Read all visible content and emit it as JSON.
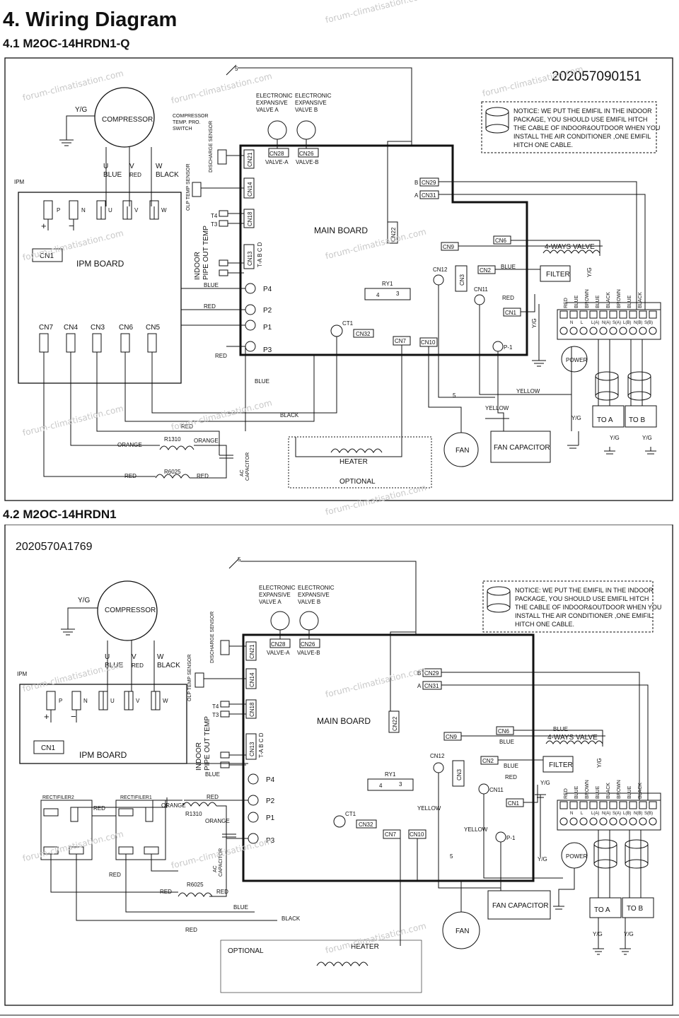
{
  "page": {
    "title": "4. Wiring Diagram",
    "watermark": "forum-climatisation.com"
  },
  "diagrams": [
    {
      "heading": "4.1 M2OC-14HRDN1-Q",
      "code": "202057090151",
      "notice": [
        "NOTICE: WE PUT THE EMIFIL IN THE INDOOR",
        "PACKAGE, YOU SHOULD USE EMIFIL HITCH",
        "THE CABLE OF INDOOR&OUTDOOR WHEN YOU",
        "INSTALL THE AIR CONDITIONER ,ONE EMIFIL",
        "HITCH ONE CABLE."
      ],
      "compressor": "COMPRESSOR",
      "comp_switch": [
        "COMPRESSOR",
        "TEMP. PRO.",
        "SWITCH"
      ],
      "ipm": "IPM",
      "ipm_board": "IPM BOARD",
      "main_board": "MAIN BOARD",
      "valve_a": [
        "ELECTRONIC",
        "EXPANSIVE",
        "VALVE A"
      ],
      "valve_b": [
        "ELECTRONIC",
        "EXPANSIVE",
        "VALVE B"
      ],
      "cn28": "CN28",
      "cn26": "CN26",
      "valve_a_lbl": "VALVE-A",
      "valve_b_lbl": "VALVE-B",
      "cn21": "CN21",
      "cn14": "CN14",
      "cn18": "CN18",
      "cn13": "CN13",
      "cn22": "CN22",
      "cn29": "CN29",
      "cn31": "CN31",
      "cn9": "CN9",
      "cn6": "CN6",
      "cn12": "CN12",
      "cn3": "CN3",
      "cn2": "CN2",
      "cn11": "CN11",
      "cn1": "CN1",
      "cn32": "CN32",
      "cn7": "CN7",
      "cn10": "CN10",
      "ipm_cns": [
        "CN7",
        "CN4",
        "CN3",
        "CN6",
        "CN5"
      ],
      "ipm_cn1": "CN1",
      "terminals": [
        "P",
        "N",
        "U",
        "V",
        "W"
      ],
      "uvw": [
        [
          "U",
          "BLUE"
        ],
        [
          "V",
          "RED"
        ],
        [
          "W",
          "BLACK"
        ]
      ],
      "four_ways": "4-WAYS VALVE",
      "filter": "FILTER",
      "fan": "FAN",
      "fan_cap": "FAN CAPACITOR",
      "heater": "HEATER",
      "optional": "OPTIONAL",
      "power": "POWER",
      "to_a": "TO A",
      "to_b": "TO B",
      "ry1": "RY1",
      "ct1": "CT1",
      "p1": "P-1",
      "r1310": "R1310",
      "r6025": "R6025",
      "ac_cap": [
        "AC",
        "CAPACITOR"
      ],
      "discharge": "DISCHARGE SENSOR",
      "olp": "OLP TEMP SENSOR",
      "indoor": [
        "INDOOR",
        "PIPE OUT TEMP"
      ],
      "tabcd": "T-A B C D",
      "t4": "T4",
      "t3": "T3",
      "p_labels": [
        "P4",
        "P2",
        "P1",
        "P3"
      ],
      "wire": {
        "yg": "Y/G",
        "red": "RED",
        "blue": "BLUE",
        "black": "BLACK",
        "orange": "ORANGE",
        "yellow": "YELLOW",
        "five": "5"
      },
      "terminal_cols": [
        "N",
        "L",
        "L(A)",
        "N(A)",
        "S(A)",
        "L(B)",
        "N(B)",
        "S(B)"
      ],
      "terminal_wires": [
        "RED",
        "BLUE",
        "BROWN",
        "BLUE",
        "BLACK",
        "BROWN",
        "BLUE",
        "BLACK"
      ]
    },
    {
      "heading": "4.2 M2OC-14HRDN1",
      "code": "2020570A1769",
      "rect1": "RECTIFILER1",
      "rect2": "RECTIFILER2"
    }
  ]
}
